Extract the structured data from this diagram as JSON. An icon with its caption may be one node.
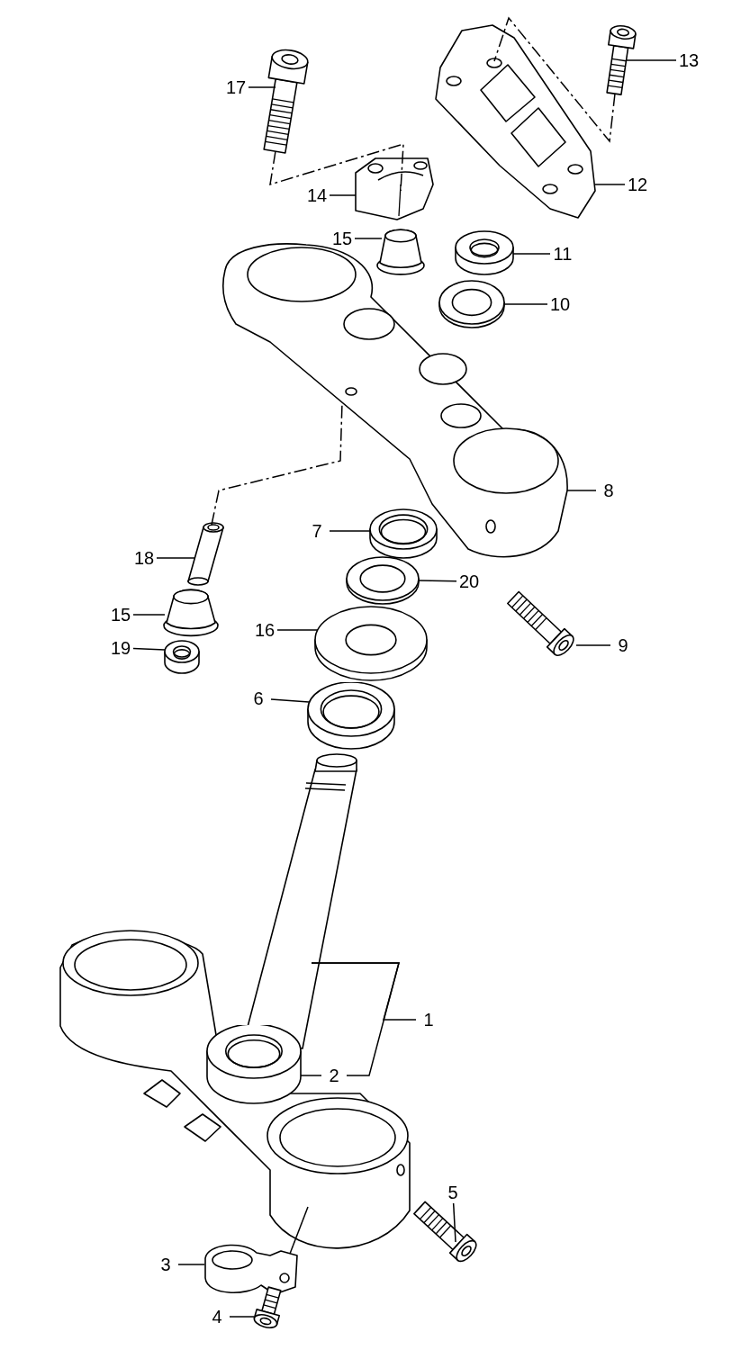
{
  "diagram": {
    "nodes": [
      {
        "text": [
          "17"
        ]
      },
      {
        "text": [
          "13"
        ]
      },
      {
        "text": [
          "14"
        ]
      },
      {
        "text": [
          "12"
        ]
      },
      {
        "text": [
          "15"
        ]
      },
      {
        "text": [
          "11"
        ]
      },
      {
        "text": [
          "10"
        ]
      },
      {
        "text": [
          "8"
        ]
      },
      {
        "text": [
          "7"
        ]
      },
      {
        "text": [
          "18"
        ]
      },
      {
        "text": [
          "20"
        ]
      },
      {
        "text": [
          "15"
        ]
      },
      {
        "text": [
          "16"
        ]
      },
      {
        "text": [
          "19"
        ]
      },
      {
        "text": [
          "9"
        ]
      },
      {
        "text": [
          "6"
        ]
      },
      {
        "text": [
          "1"
        ]
      },
      {
        "text": [
          "2"
        ]
      },
      {
        "text": [
          "5"
        ]
      },
      {
        "text": [
          "3"
        ]
      },
      {
        "text": [
          "4"
        ]
      },
      {
        "text": [],
        "shape": "picture"
      },
      {
        "text": [],
        "shape": "picture"
      },
      {
        "text": [],
        "shape": "picture"
      },
      {
        "text": [],
        "shape": "picture"
      },
      {
        "text": [],
        "shape": "picture"
      },
      {
        "text": [],
        "shape": "picture"
      },
      {
        "text": [],
        "shape": "picture"
      },
      {
        "text": [],
        "shape": "picture"
      },
      {
        "text": [],
        "shape": "picture"
      },
      {
        "text": [],
        "shape": "picture"
      },
      {
        "text": [],
        "shape": "picture"
      },
      {
        "text": [],
        "shape": "picture"
      },
      {
        "text": [],
        "shape": "picture"
      },
      {
        "text": [],
        "shape": "picture"
      },
      {
        "text": [],
        "shape": "picture"
      },
      {
        "text": [],
        "shape": "picture"
      },
      {
        "text": [],
        "shape": "picture"
      },
      {
        "text": [],
        "shape": "picture"
      },
      {
        "text": [],
        "shape": "picture"
      },
      {
        "text": [],
        "shape": "picture"
      },
      {
        "text": [],
        "shape": "picture"
      }
    ],
    "edges": [
      {
        "from": 0,
        "to": 21,
        "arrow": "none"
      },
      {
        "from": 1,
        "to": 22,
        "arrow": "none"
      },
      {
        "from": 2,
        "to": 23,
        "arrow": "none"
      },
      {
        "from": 3,
        "to": 24,
        "arrow": "none"
      },
      {
        "from": 4,
        "to": 25,
        "arrow": "none"
      },
      {
        "from": 5,
        "to": 26,
        "arrow": "none"
      },
      {
        "from": 6,
        "to": 27,
        "arrow": "none"
      },
      {
        "from": 7,
        "to": 28,
        "arrow": "none"
      },
      {
        "from": 8,
        "to": 29,
        "arrow": "none"
      },
      {
        "from": 9,
        "to": 30,
        "arrow": "none"
      },
      {
        "from": 10,
        "to": 31,
        "arrow": "none"
      },
      {
        "from": 11,
        "to": 32,
        "arrow": "none"
      },
      {
        "from": 12,
        "to": 33,
        "arrow": "none"
      },
      {
        "from": 13,
        "to": 34,
        "arrow": "none"
      },
      {
        "from": 14,
        "to": 35,
        "arrow": "none"
      },
      {
        "from": 15,
        "to": 36,
        "arrow": "none"
      },
      {
        "from": 16,
        "to": 37,
        "arrow": "none"
      },
      {
        "from": 17,
        "to": 38,
        "arrow": "none"
      },
      {
        "from": 18,
        "to": 39,
        "arrow": "none"
      },
      {
        "from": 19,
        "to": 40,
        "arrow": "none"
      },
      {
        "from": 20,
        "to": 41,
        "arrow": "none"
      },
      {
        "from": 22,
        "to": 24,
        "arrow": "none",
        "style": "dashed"
      },
      {
        "from": 21,
        "to": 23,
        "arrow": "none",
        "style": "dashed"
      },
      {
        "from": 30,
        "to": 28,
        "arrow": "none",
        "style": "dashed"
      },
      {
        "from": 40,
        "to": 37,
        "arrow": "none"
      },
      {
        "from": 17,
        "to": 37,
        "arrow": "none"
      }
    ]
  }
}
